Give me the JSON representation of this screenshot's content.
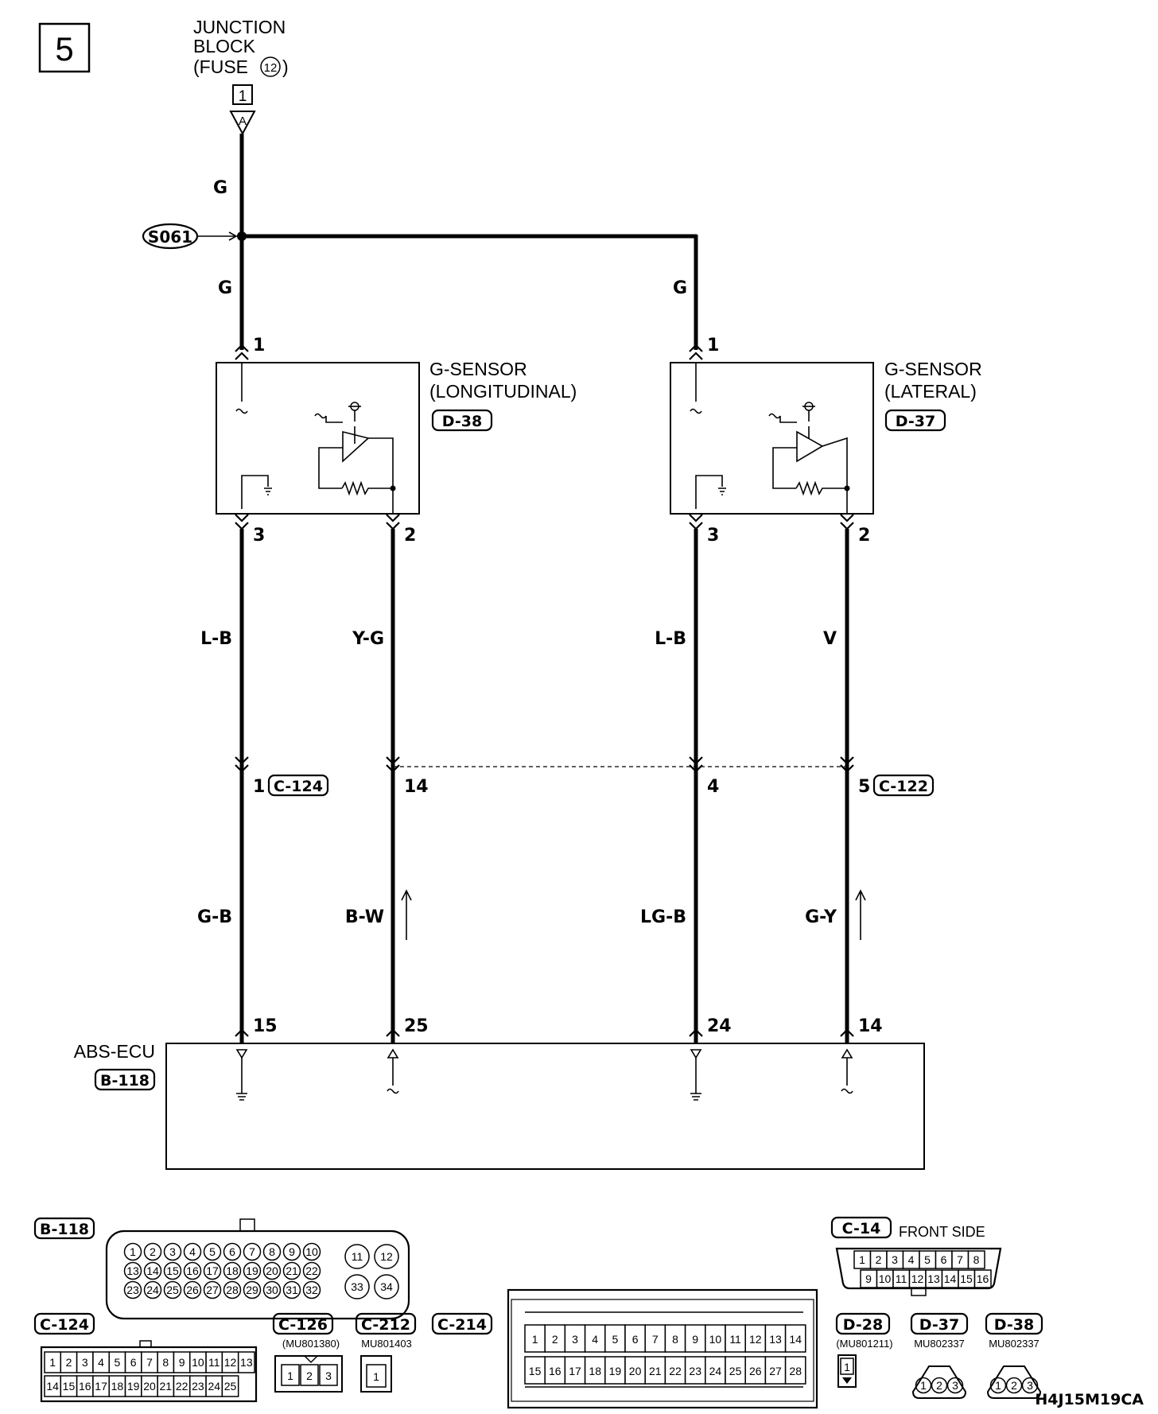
{
  "page_number": "5",
  "junction_block": {
    "line1": "JUNCTION",
    "line2": "BLOCK",
    "line3_prefix": "(FUSE",
    "fuse_number": "12",
    "line3_suffix": ")",
    "connector_number": "1",
    "connector_letter": "A"
  },
  "splice": "S061",
  "wires": {
    "feed_top": "G",
    "feed_left": "G",
    "feed_right": "G",
    "long_ground": "L-B",
    "long_signal": "Y-G",
    "lat_ground": "L-B",
    "lat_signal": "V",
    "ecu_long_ground": "G-B",
    "ecu_long_signal": "B-W",
    "ecu_lat_ground": "LG-B",
    "ecu_lat_signal": "G-Y"
  },
  "sensor_longitudinal": {
    "name": "G-SENSOR",
    "type": "(LONGITUDINAL)",
    "connector": "D-38",
    "pin_supply": "1",
    "pin_ground": "3",
    "pin_signal": "2"
  },
  "sensor_lateral": {
    "name": "G-SENSOR",
    "type": "(LATERAL)",
    "connector": "D-37",
    "pin_supply": "1",
    "pin_ground": "3",
    "pin_signal": "2"
  },
  "intermediate": {
    "c124_pin": "1",
    "c124_label": "C-124",
    "c124_pin_signal": "14",
    "c122_pin_ground": "4",
    "c122_pin": "5",
    "c122_label": "C-122"
  },
  "ecu": {
    "name": "ABS-ECU",
    "connector": "B-118",
    "pins": [
      "15",
      "25",
      "24",
      "14"
    ]
  },
  "connector_views": {
    "b118": {
      "label": "B-118",
      "row1": [
        "1",
        "2",
        "3",
        "4",
        "5",
        "6",
        "7",
        "8",
        "9",
        "10"
      ],
      "row2": [
        "13",
        "14",
        "15",
        "16",
        "17",
        "18",
        "19",
        "20",
        "21",
        "22"
      ],
      "row3": [
        "23",
        "24",
        "25",
        "26",
        "27",
        "28",
        "29",
        "30",
        "31",
        "32"
      ],
      "big": [
        "11",
        "12",
        "33",
        "34"
      ]
    },
    "c14": {
      "label": "C-14",
      "note": "FRONT SIDE",
      "row1": [
        "1",
        "2",
        "3",
        "4",
        "5",
        "6",
        "7",
        "8"
      ],
      "row2": [
        "9",
        "10",
        "11",
        "12",
        "13",
        "14",
        "15",
        "16"
      ]
    },
    "c124": {
      "label": "C-124",
      "row1": [
        "1",
        "2",
        "3",
        "4",
        "5",
        "6",
        "7",
        "8",
        "9",
        "10",
        "11",
        "12",
        "13"
      ],
      "row2": [
        "14",
        "15",
        "16",
        "17",
        "18",
        "19",
        "20",
        "21",
        "22",
        "23",
        "24",
        "25"
      ]
    },
    "c126": {
      "label": "C-126",
      "part": "(MU801380)",
      "pins": [
        "1",
        "2",
        "3"
      ]
    },
    "c212": {
      "label": "C-212",
      "part": "MU801403",
      "pins": [
        "1"
      ]
    },
    "c214": {
      "label": "C-214",
      "row1": [
        "1",
        "2",
        "3",
        "4",
        "5",
        "6",
        "7",
        "8",
        "9",
        "10",
        "11",
        "12",
        "13",
        "14"
      ],
      "row2": [
        "15",
        "16",
        "17",
        "18",
        "19",
        "20",
        "21",
        "22",
        "23",
        "24",
        "25",
        "26",
        "27",
        "28"
      ]
    },
    "d28": {
      "label": "D-28",
      "part": "(MU801211)",
      "pins": [
        "1"
      ]
    },
    "d37": {
      "label": "D-37",
      "part": "MU802337",
      "pins": [
        "1",
        "2",
        "3"
      ]
    },
    "d38": {
      "label": "D-38",
      "part": "MU802337",
      "pins": [
        "1",
        "2",
        "3"
      ]
    }
  },
  "figure_code": "H4J15M19CA"
}
